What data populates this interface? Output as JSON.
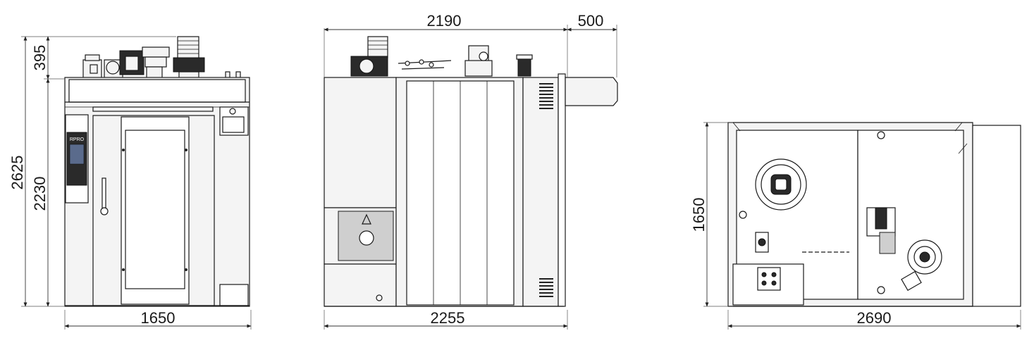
{
  "front_view": {
    "width_label": "1650",
    "total_height_label": "2625",
    "body_height_label": "2230",
    "top_height_label": "395",
    "panel_brand": "RPRO"
  },
  "side_view": {
    "top_width_label": "2190",
    "overhang_label": "500",
    "bottom_width_label": "2255"
  },
  "top_view": {
    "depth_label": "1650",
    "width_label": "2690"
  }
}
